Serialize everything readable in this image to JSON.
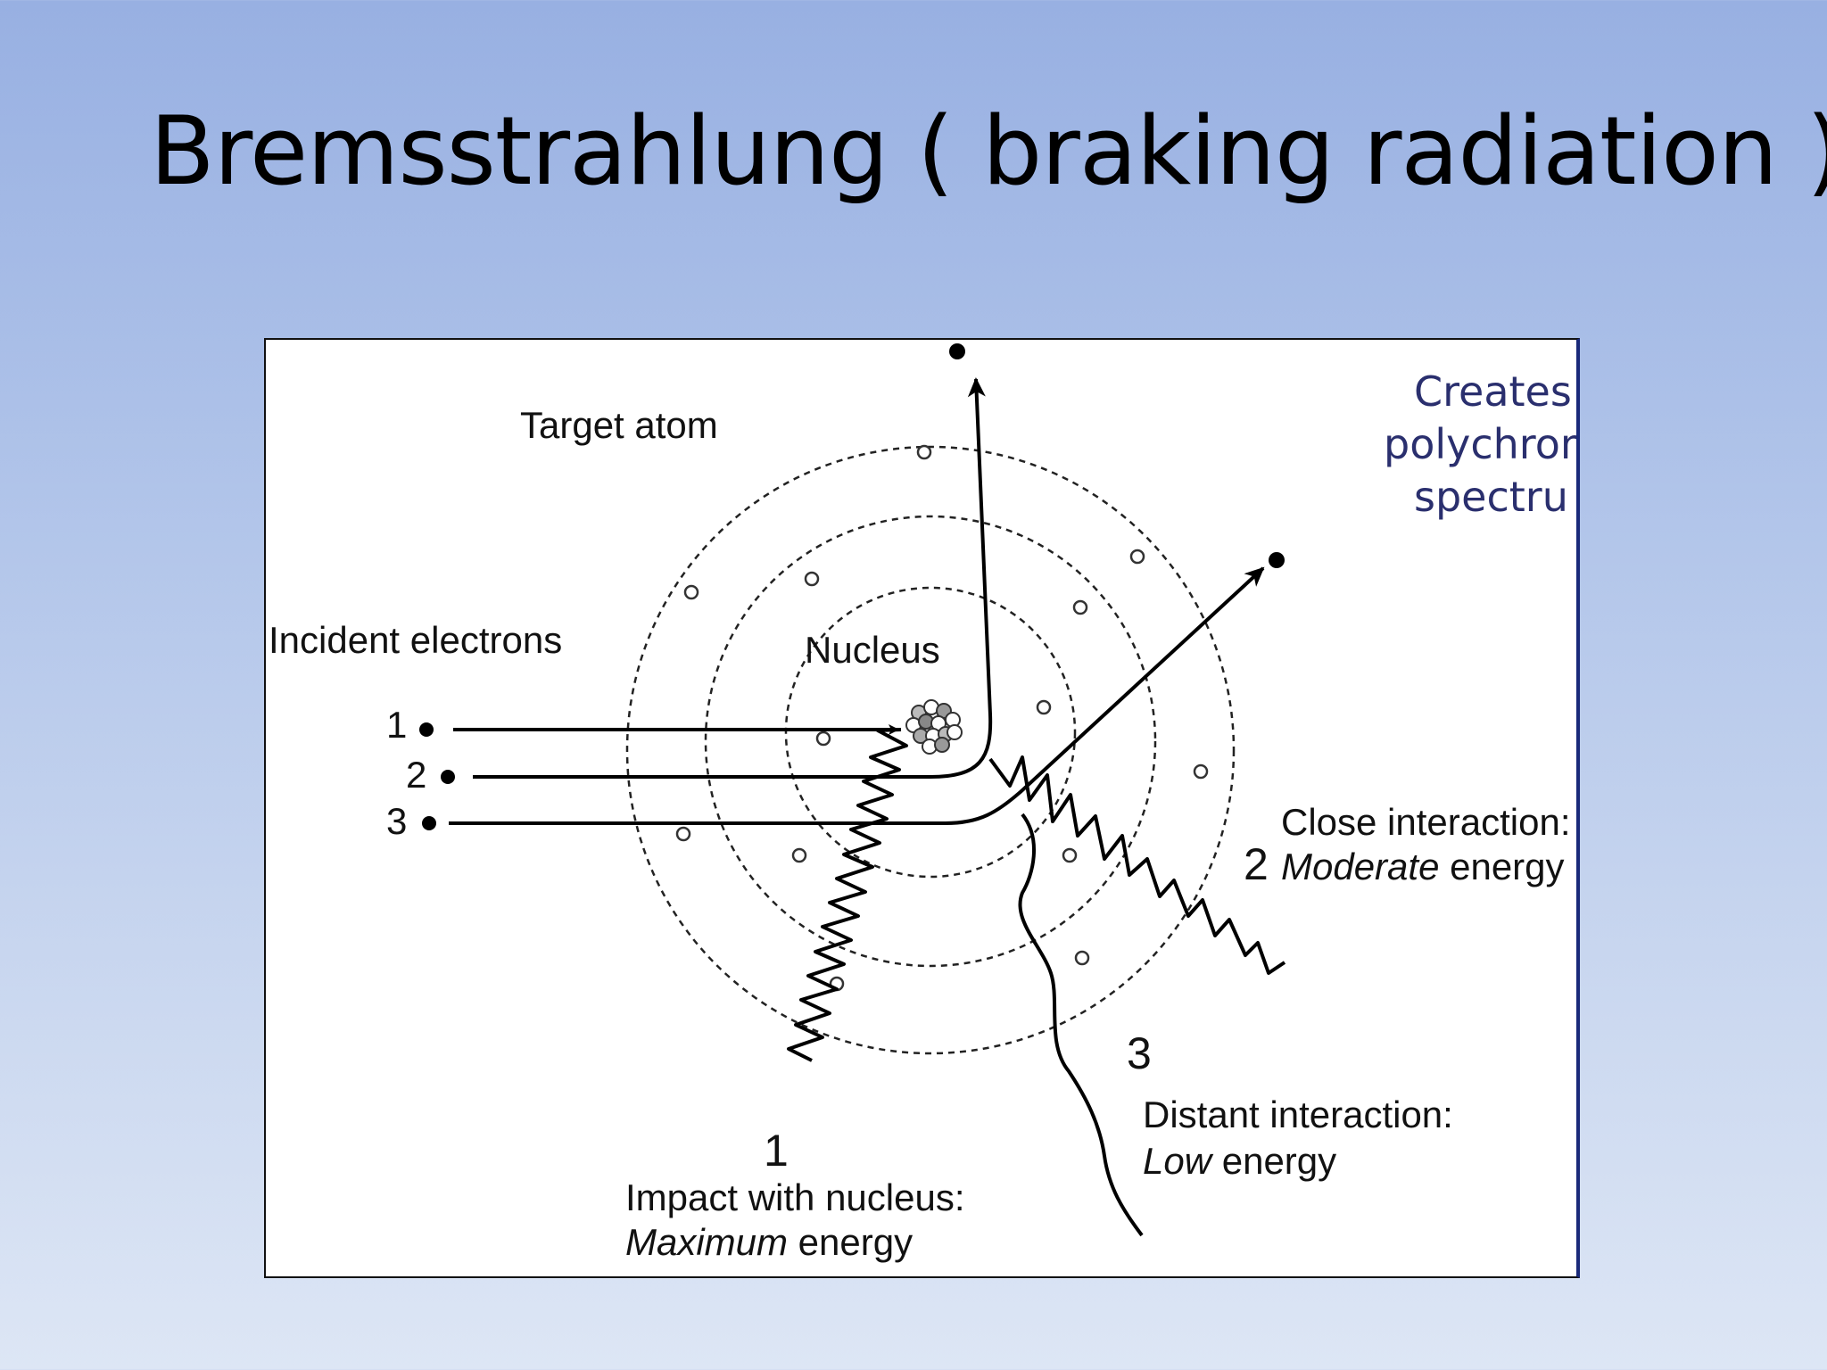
{
  "slide": {
    "title": "Bremsstrahlung ( braking radiation )"
  },
  "diagram": {
    "target_atom_label": "Target atom",
    "incident_label": "Incident electrons",
    "nucleus_label": "Nucleus",
    "electron_numbers": [
      "1",
      "2",
      "3"
    ],
    "callout_lines": [
      "Creates",
      "polychrom",
      "spectru"
    ],
    "interactions": [
      {
        "number": "1",
        "line1": "Impact with nucleus:",
        "emph": "Maximum",
        "rest": " energy"
      },
      {
        "number": "2",
        "line1": "Close interaction:",
        "emph": "Moderate",
        "rest": " energy"
      },
      {
        "number": "3",
        "line1": "Distant interaction:",
        "emph": "Low",
        "rest": " energy"
      }
    ]
  }
}
